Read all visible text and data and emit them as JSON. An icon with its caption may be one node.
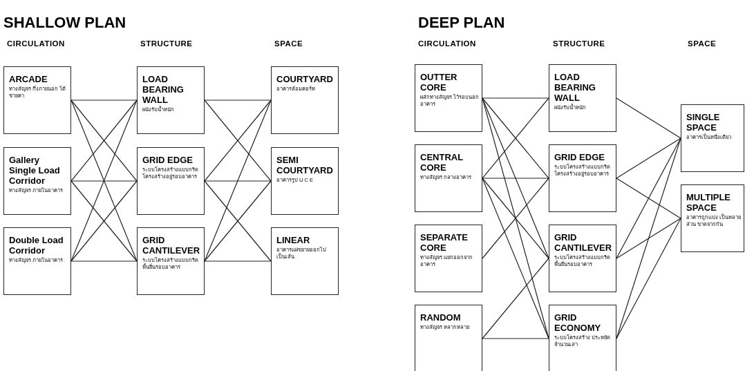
{
  "diagram": {
    "nodes": [
      {
        "text": [
          "ARCADE",
          "ทางสัญจร กึ่งภายนอก ใต้ชายคา"
        ]
      },
      {
        "text": [
          "Gallery Single Load Corridor",
          "ทางสัญจร ภายในอาคาร"
        ]
      },
      {
        "text": [
          "Double Load Corridor",
          "ทางสัญจร ภายในอาคาร"
        ]
      },
      {
        "text": [
          "LOAD BEARING WALL",
          "ผนังรับน้ำหนัก"
        ]
      },
      {
        "text": [
          "GRID EDGE",
          "ระบบโครงสร้างแบบกริด โครงสร้างอยู่รอบอาคาร"
        ]
      },
      {
        "text": [
          "GRID CANTILEVER",
          "ระบบโครงสร้างแบบกริด พื้นยื่นรอบอาคาร"
        ]
      },
      {
        "text": [
          "COURTYARD",
          "อาคารล้อมคอร์ท"
        ]
      },
      {
        "text": [
          "SEMI COURTYARD",
          "อาคารรูป U C E"
        ]
      },
      {
        "text": [
          "LINEAR",
          "อาคารแผ่ขยายออกไป เป็นเส้น"
        ]
      },
      {
        "text": [
          "OUTTER CORE",
          "ผลักทางสัญจร ไว้รอบนอกอาคาร"
        ]
      },
      {
        "text": [
          "CENTRAL CORE",
          "ทางสัญจร กลางอาคาร"
        ]
      },
      {
        "text": [
          "SEPARATE CORE",
          "ทางสัญจร แยกออกจากอาคาร"
        ]
      },
      {
        "text": [
          "RANDOM",
          "ทางสัญจร หลากหลาย"
        ]
      },
      {
        "text": [
          "LOAD BEARING WALL",
          "ผนังรับน้ำหนัก"
        ]
      },
      {
        "text": [
          "GRID EDGE",
          "ระบบโครงสร้างแบบกริด โครงสร้างอยู่รอบอาคาร"
        ]
      },
      {
        "text": [
          "GRID CANTILEVER",
          "ระบบโครงสร้างแบบกริด พื้นยื่นรอบอาคาร"
        ]
      },
      {
        "text": [
          "GRID ECONOMY",
          "ระบบโครงสร้าง ประหยัดจำนวนเสา"
        ]
      },
      {
        "text": [
          "SINGLE SPACE",
          "อาคารเป็นหนึ่งเดียว"
        ]
      },
      {
        "text": [
          "MULTIPLE SPACE",
          "อาคารถูกแบ่ง เป็นหลายส่วน ขาดจากกัน"
        ]
      }
    ],
    "edges": [
      {
        "from": 0,
        "to": 3,
        "arrow": "none"
      },
      {
        "from": 0,
        "to": 4,
        "arrow": "none"
      },
      {
        "from": 0,
        "to": 5,
        "arrow": "none"
      },
      {
        "from": 1,
        "to": 3,
        "arrow": "none"
      },
      {
        "from": 1,
        "to": 4,
        "arrow": "none"
      },
      {
        "from": 1,
        "to": 5,
        "arrow": "none"
      },
      {
        "from": 2,
        "to": 3,
        "arrow": "none"
      },
      {
        "from": 2,
        "to": 4,
        "arrow": "none"
      },
      {
        "from": 2,
        "to": 5,
        "arrow": "none"
      },
      {
        "from": 3,
        "to": 6,
        "arrow": "none"
      },
      {
        "from": 3,
        "to": 7,
        "arrow": "none"
      },
      {
        "from": 4,
        "to": 6,
        "arrow": "none"
      },
      {
        "from": 4,
        "to": 7,
        "arrow": "none"
      },
      {
        "from": 4,
        "to": 8,
        "arrow": "none"
      },
      {
        "from": 5,
        "to": 6,
        "arrow": "none"
      },
      {
        "from": 5,
        "to": 7,
        "arrow": "none"
      },
      {
        "from": 5,
        "to": 8,
        "arrow": "none"
      },
      {
        "from": 9,
        "to": 13,
        "arrow": "none"
      },
      {
        "from": 9,
        "to": 14,
        "arrow": "none"
      },
      {
        "from": 9,
        "to": 15,
        "arrow": "none"
      },
      {
        "from": 9,
        "to": 16,
        "arrow": "none"
      },
      {
        "from": 10,
        "to": 13,
        "arrow": "none"
      },
      {
        "from": 10,
        "to": 14,
        "arrow": "none"
      },
      {
        "from": 10,
        "to": 15,
        "arrow": "none"
      },
      {
        "from": 10,
        "to": 16,
        "arrow": "none"
      },
      {
        "from": 11,
        "to": 14,
        "arrow": "none"
      },
      {
        "from": 12,
        "to": 15,
        "arrow": "none"
      },
      {
        "from": 12,
        "to": 16,
        "arrow": "none"
      },
      {
        "from": 13,
        "to": 17,
        "arrow": "none"
      },
      {
        "from": 14,
        "to": 17,
        "arrow": "none"
      },
      {
        "from": 14,
        "to": 18,
        "arrow": "none"
      },
      {
        "from": 15,
        "to": 17,
        "arrow": "none"
      },
      {
        "from": 15,
        "to": 18,
        "arrow": "none"
      },
      {
        "from": 16,
        "to": 17,
        "arrow": "none"
      },
      {
        "from": 16,
        "to": 18,
        "arrow": "none"
      }
    ],
    "labels": [
      "SHALLOW PLAN",
      "CIRCULATION",
      "STRUCTURE",
      "SPACE",
      "DEEP PLAN",
      "CIRCULATION",
      "STRUCTURE",
      "SPACE"
    ]
  }
}
